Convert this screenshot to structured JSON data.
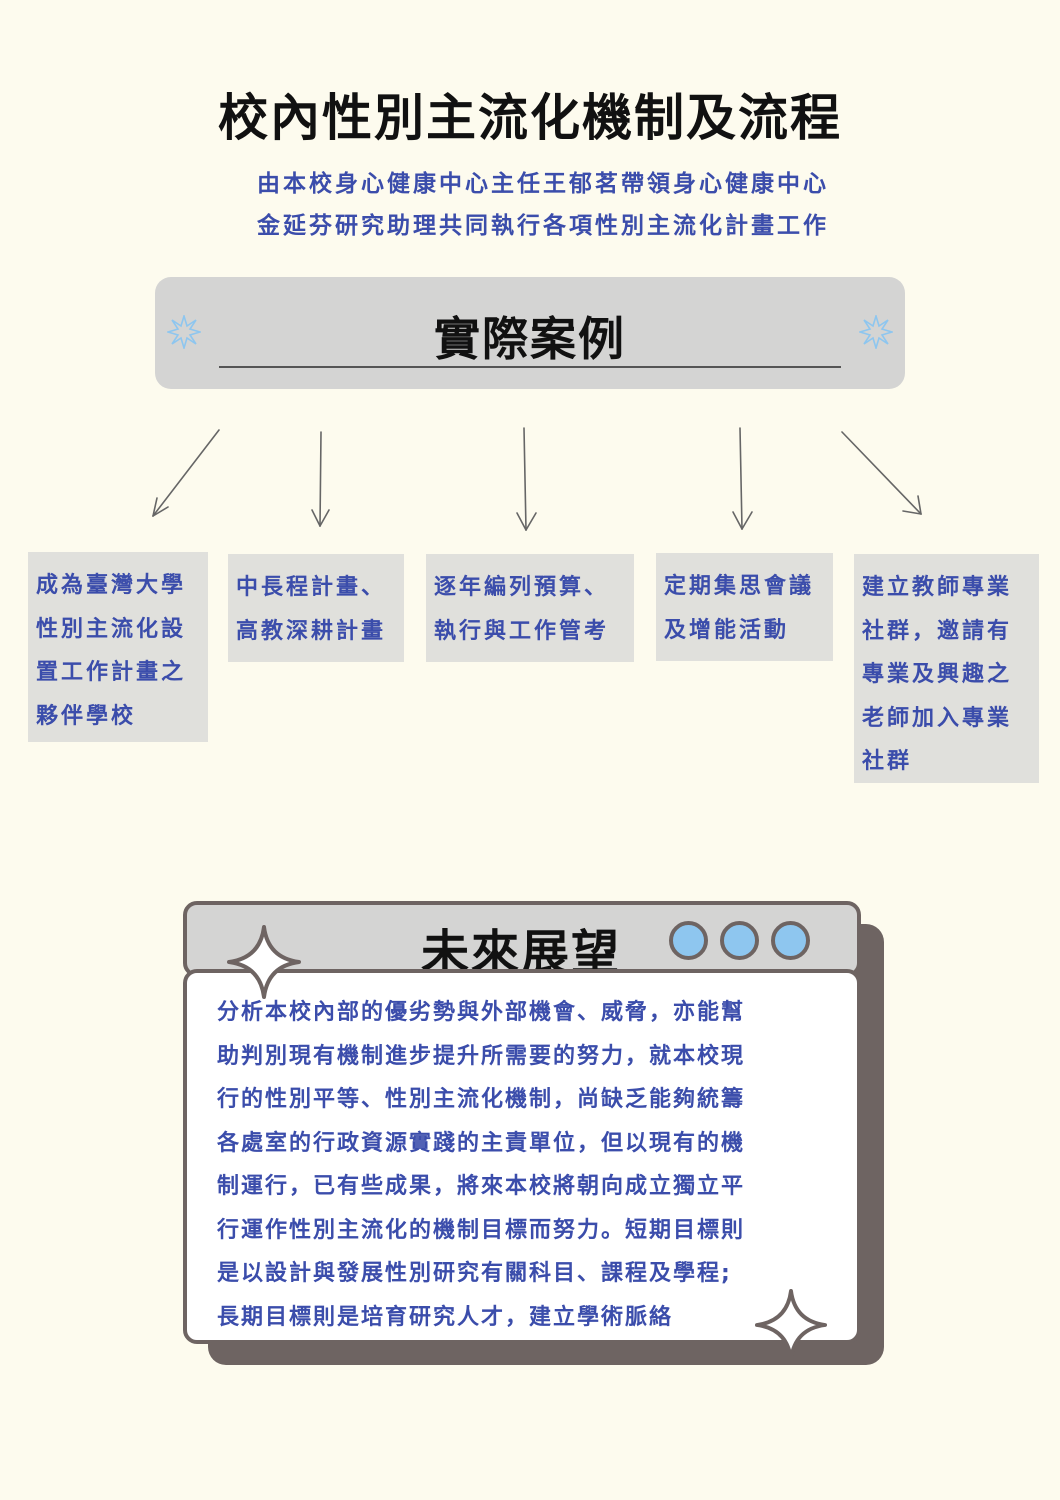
{
  "title": "校內性別主流化機制及流程",
  "subtitle": {
    "line1": "由本校身心健康中心主任王郁茗帶領身心健康中心",
    "line2": "金延芬研究助理共同執行各項性別主流化計畫工作"
  },
  "cases": {
    "title": "實際案例",
    "items": [
      {
        "lines": [
          "成為臺灣大學",
          "性別主流化設",
          "置工作計畫之",
          "夥伴學校"
        ]
      },
      {
        "lines": [
          "中長程計畫、",
          "高教深耕計畫"
        ]
      },
      {
        "lines": [
          "逐年編列預算、",
          "執行與工作管考"
        ]
      },
      {
        "lines": [
          "定期集思會議",
          "及增能活動"
        ]
      },
      {
        "lines": [
          "建立教師專業",
          "社群，邀請有",
          "專業及興趣之",
          "老師加入專業",
          "社群"
        ]
      }
    ]
  },
  "future": {
    "title": "未來展望",
    "lines": [
      "分析本校內部的優劣勢與外部機會、威脅，亦能幫",
      "助判別現有機制進步提升所需要的努力，就本校現",
      "行的性別平等、性別主流化機制，尚缺乏能夠統籌",
      "各處室的行政資源實踐的主責單位，但以現有的機",
      "制運行，已有些成果，將來本校將朝向成立獨立平",
      "行運作性別主流化的機制目標而努力。短期目標則",
      "是以設計與發展性別研究有關科目、課程及學程;",
      "長期目標則是培育研究人才，建立學術脈絡"
    ]
  },
  "colors": {
    "background": "#fdfbee",
    "text_blue": "#3b4dab",
    "panel_gray": "#d4d4d3",
    "card_gray": "#e0e0dc",
    "frame_brown": "#6e6462",
    "dot_blue": "#8ec6ef"
  }
}
